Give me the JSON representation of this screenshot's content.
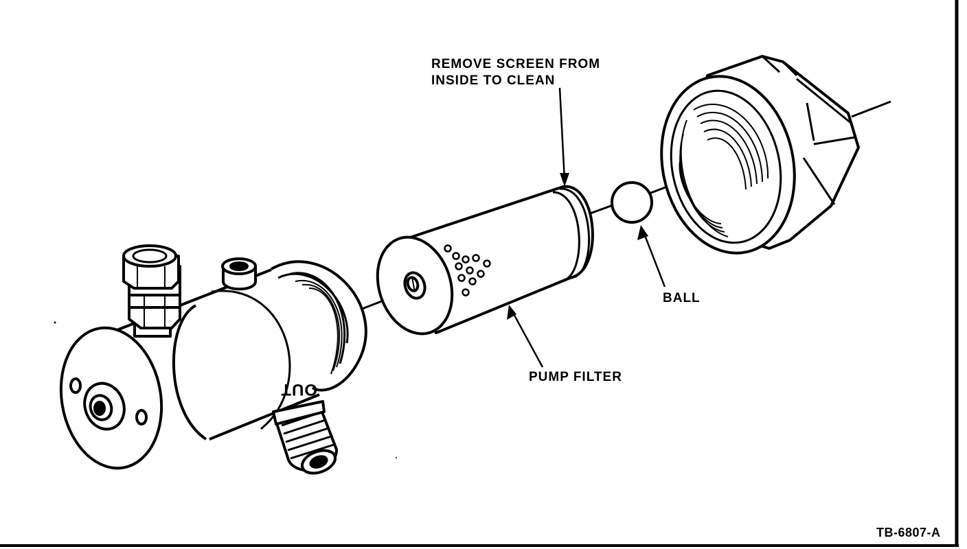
{
  "labels": {
    "remove_screen_line1": "REMOVE SCREEN FROM",
    "remove_screen_line2": "INSIDE TO CLEAN",
    "ball": "BALL",
    "pump_filter": "PUMP FILTER",
    "out_marking": "OUT"
  },
  "figure_id": "TB-6807-A",
  "colors": {
    "ink": "#000000",
    "paper": "#ffffff"
  }
}
